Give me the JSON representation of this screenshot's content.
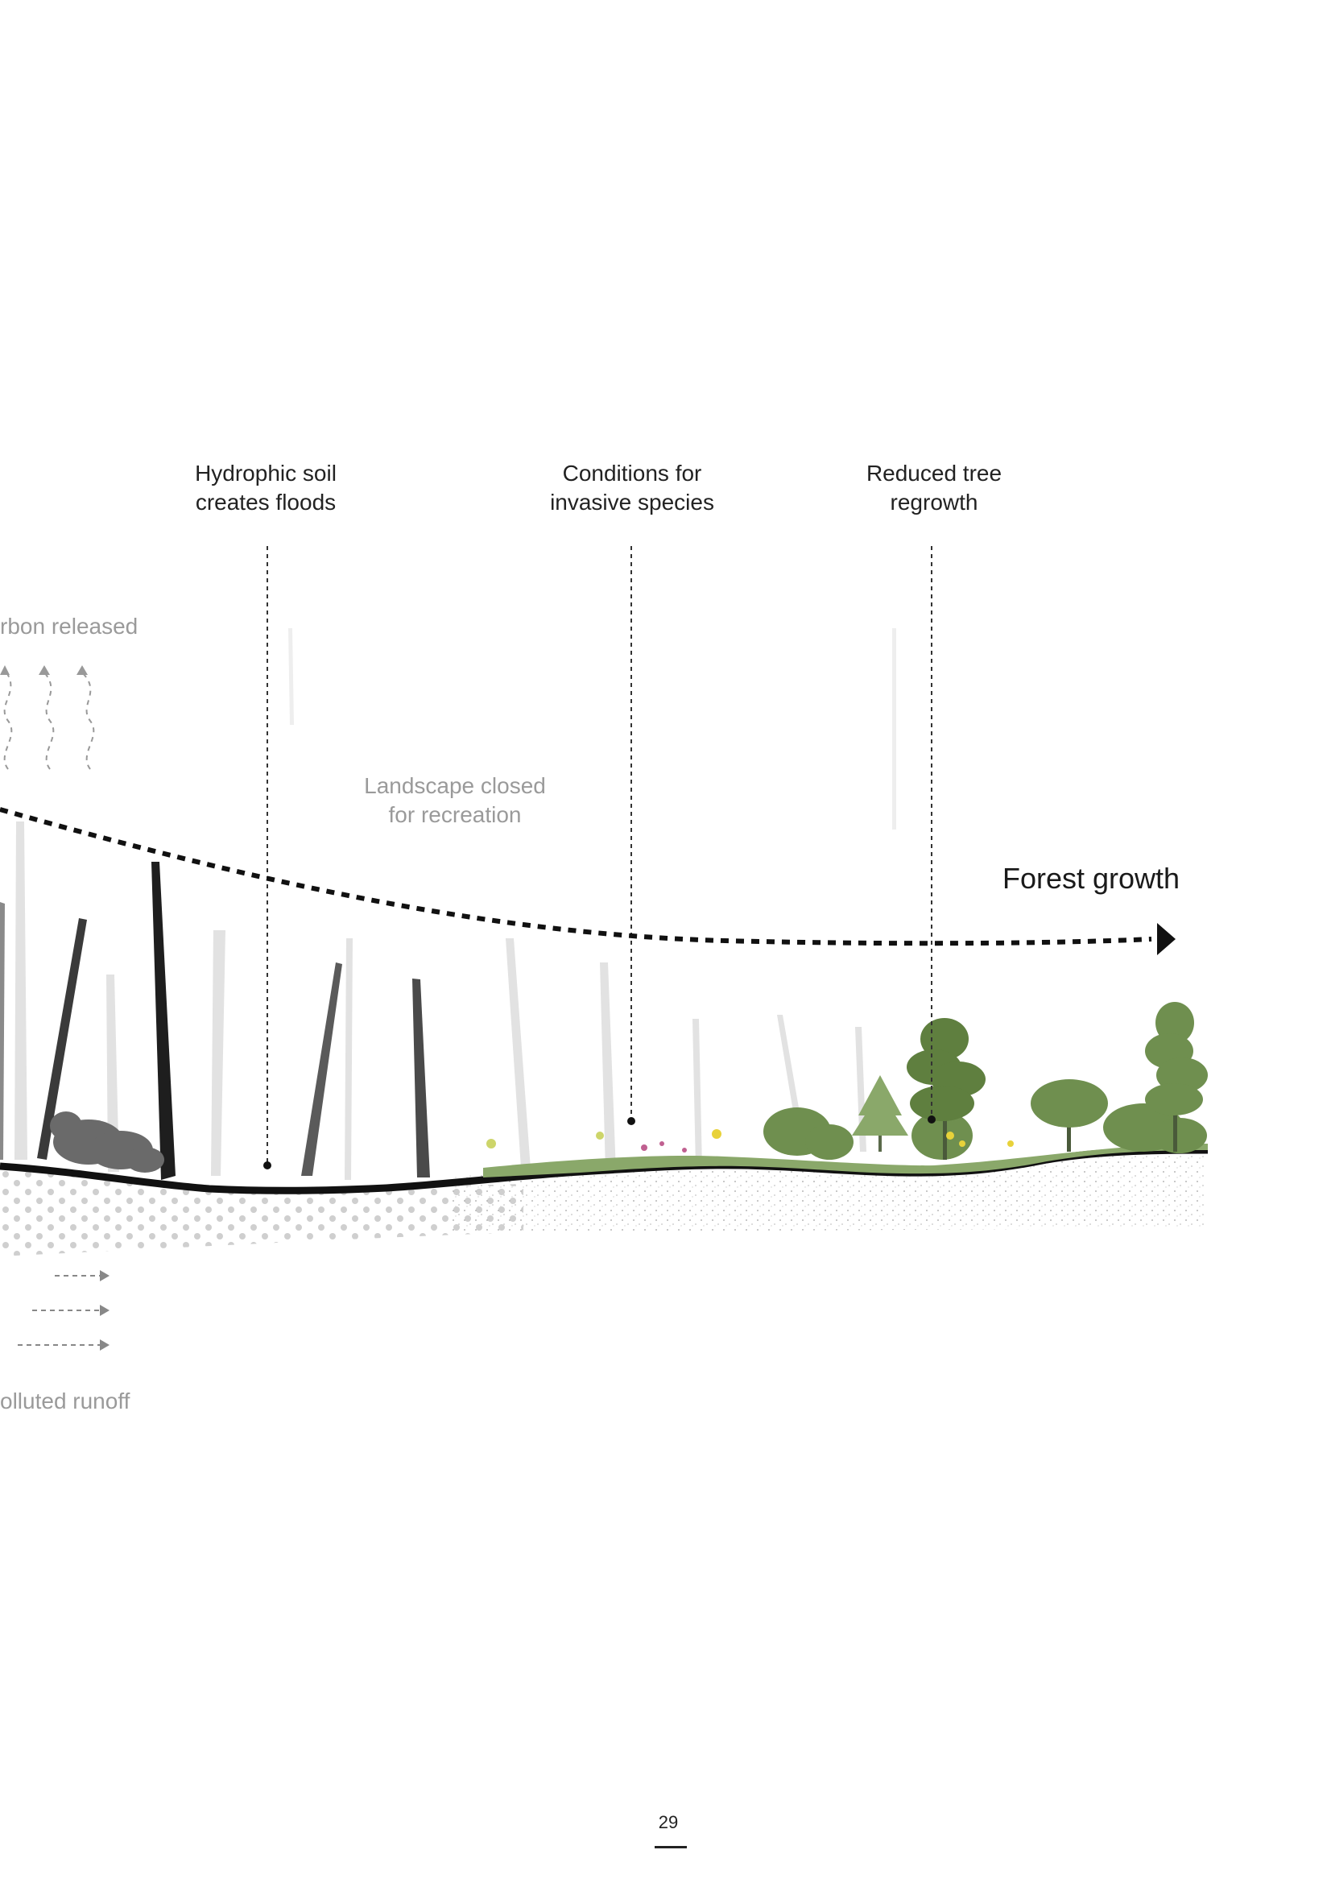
{
  "labels": {
    "hydrophic_line1": "Hydrophic soil",
    "hydrophic_line2": "creates floods",
    "invasive_line1": "Conditions for",
    "invasive_line2": "invasive species",
    "regrowth_line1": "Reduced tree",
    "regrowth_line2": "regrowth",
    "carbon": "rbon released",
    "recreation_line1": "Landscape closed",
    "recreation_line2": "for recreation",
    "forest_growth": "Forest growth",
    "runoff": "olluted runoff"
  },
  "page_number": "29",
  "colors": {
    "ground": "#111111",
    "dead_tree_dark": "#2a2a2a",
    "dead_tree_mid": "#5a5a5a",
    "ghost_tree": "#e2e2e2",
    "muted_text": "#9a9a9a",
    "foliage": "#6f8f4f",
    "foliage_light": "#8aa86a",
    "flower_yellow": "#e8d23a",
    "flower_pink": "#c06090",
    "soil_dots": "#c8c8c8"
  }
}
